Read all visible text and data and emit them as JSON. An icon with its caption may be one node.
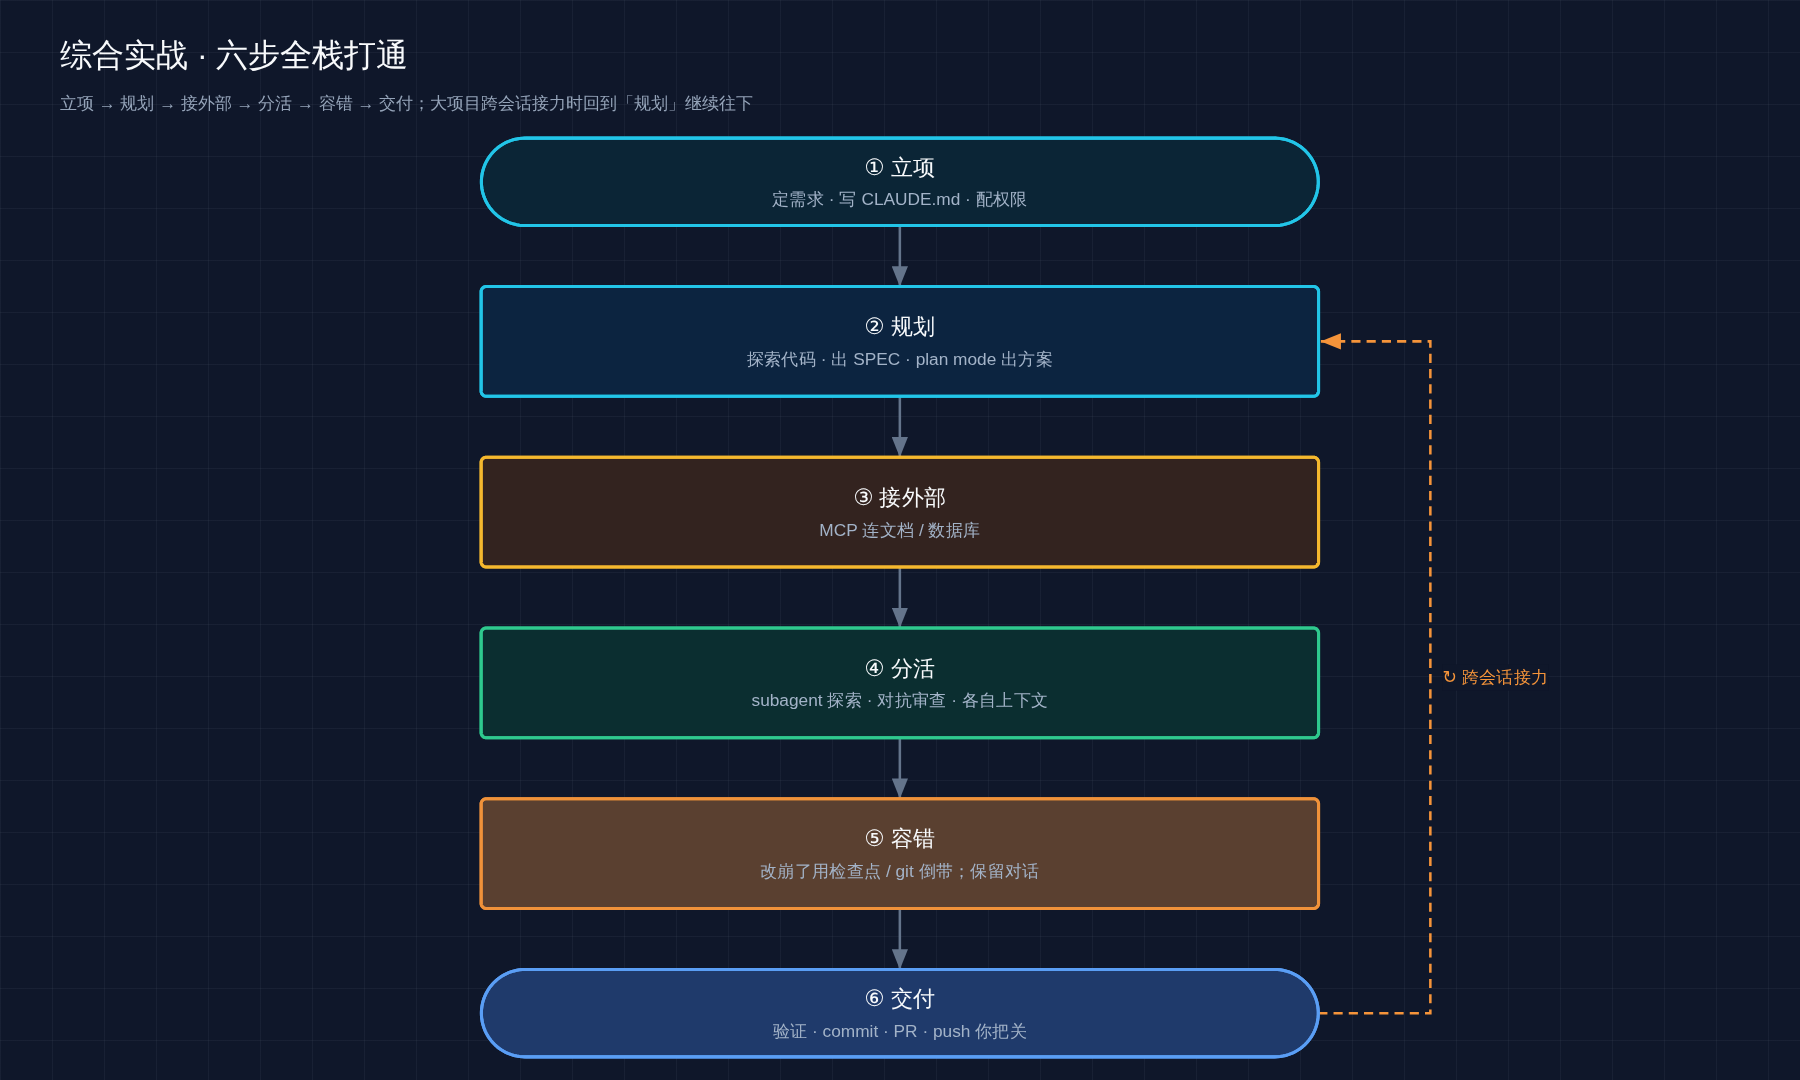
{
  "diagram": {
    "title": "综合实战 · 六步全栈打通",
    "nodes": [
      {
        "text": [
          "① 立项",
          "定需求 · 写 CLAUDE.md · 配权限"
        ]
      },
      {
        "text": [
          "② 规划",
          "探索代码 · 出 SPEC · plan mode 出方案"
        ]
      },
      {
        "text": [
          "③ 接外部",
          "MCP 连文档 / 数据库"
        ]
      },
      {
        "text": [
          "④ 分活",
          "subagent 探索 · 对抗审查 · 各自上下文"
        ]
      },
      {
        "text": [
          "⑤ 容错",
          "改崩了用检查点 / git 倒带；保留对话"
        ]
      },
      {
        "text": [
          "⑥ 交付",
          "验证 · commit · PR · push 你把关"
        ]
      }
    ],
    "edges": [
      {
        "from": 0,
        "to": 1,
        "arrow": "to"
      },
      {
        "from": 1,
        "to": 2,
        "arrow": "to"
      },
      {
        "from": 2,
        "to": 3,
        "arrow": "to"
      },
      {
        "from": 3,
        "to": 4,
        "arrow": "to"
      },
      {
        "from": 4,
        "to": 5,
        "arrow": "to"
      },
      {
        "from": 5,
        "to": 1,
        "arrow": "to",
        "label": "↻ 跨会话接力",
        "style": "dashed",
        "color": "#f5943a"
      }
    ],
    "labels": [
      "立项 → 规划 → 接外部 → 分活 → 容错 → 交付；大项目跨会话接力时回到「规划」继续往下"
    ]
  }
}
